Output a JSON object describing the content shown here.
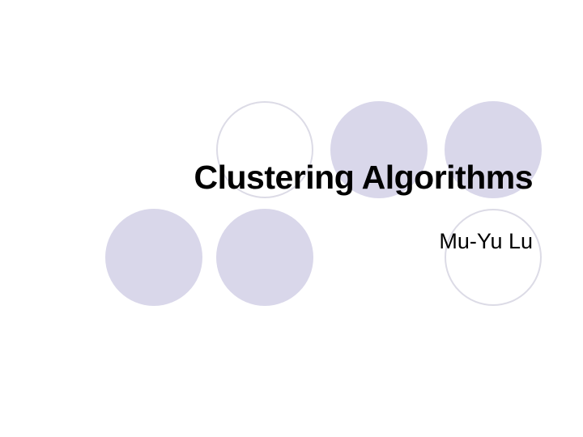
{
  "slide": {
    "title": "Clustering Algorithms",
    "subtitle": "Mu-Yu Lu"
  },
  "decoration": {
    "fill_color": "#d9d7ea",
    "outline_color": "#dcdbe6",
    "circles": [
      {
        "row": 1,
        "col": 1,
        "style": "outline"
      },
      {
        "row": 1,
        "col": 2,
        "style": "filled"
      },
      {
        "row": 1,
        "col": 3,
        "style": "filled"
      },
      {
        "row": 2,
        "col": 0,
        "style": "filled"
      },
      {
        "row": 2,
        "col": 1,
        "style": "filled"
      },
      {
        "row": 2,
        "col": 3,
        "style": "outline"
      }
    ]
  }
}
